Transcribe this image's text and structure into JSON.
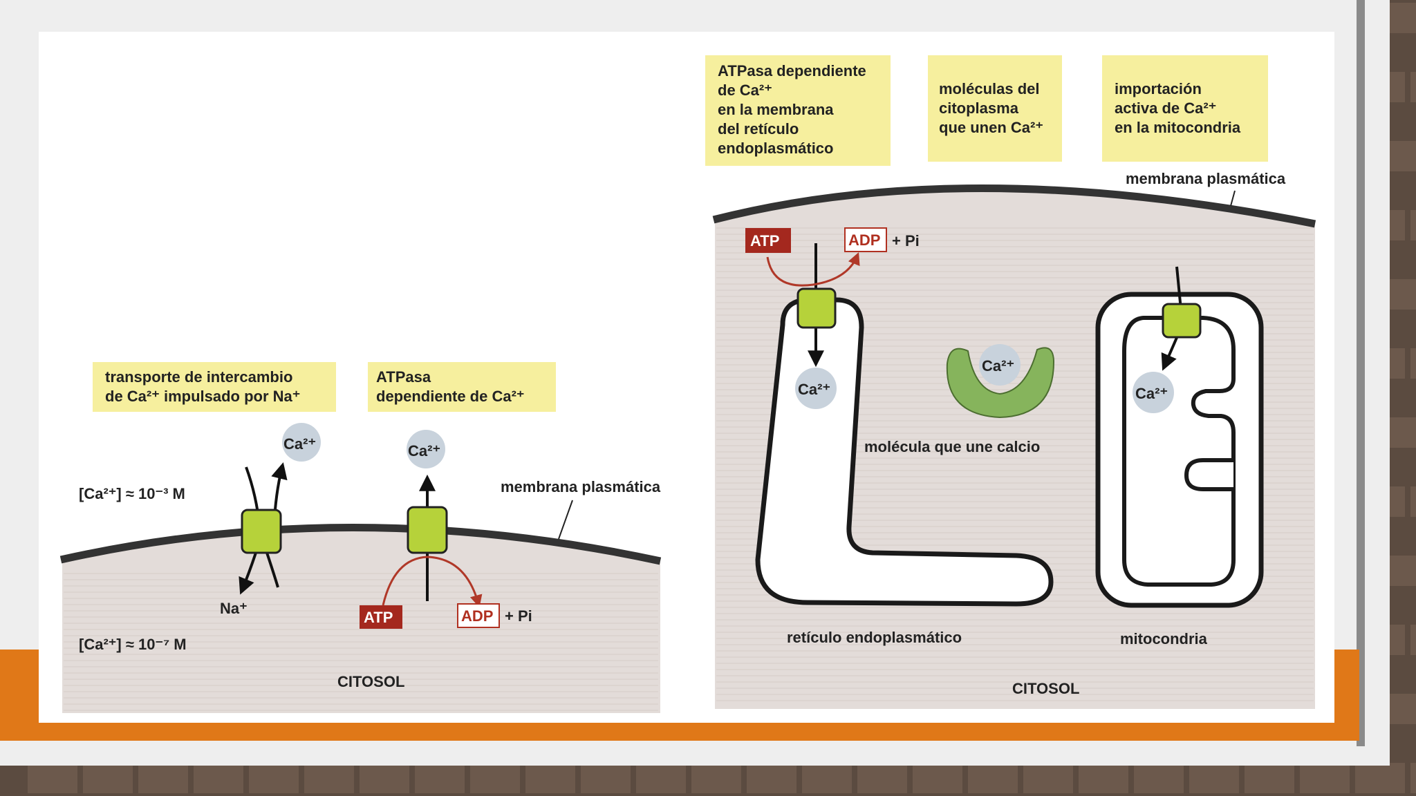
{
  "colors": {
    "label_box": "#f6ef9e",
    "pump": "#b6d23a",
    "pump_stroke": "#222222",
    "ion_circle": "#c8d2dc",
    "cytosol": "#e3dcd9",
    "atp_fill": "#a4281e",
    "adp_stroke": "#b03020",
    "arrow_red": "#b03828",
    "calcium_binder": "#86b45c",
    "orange_band": "#e07818"
  },
  "left": {
    "box1": [
      "transporte de intercambio",
      "de Ca²⁺ impulsado por Na⁺"
    ],
    "box2": [
      "ATPasa",
      "dependiente de Ca²⁺"
    ],
    "conc_out": "[Ca²⁺] ≈ 10⁻³ M",
    "conc_in": "[Ca²⁺] ≈ 10⁻⁷ M",
    "ca_label": "Ca²⁺",
    "na_label": "Na⁺",
    "membrane_label": "membrana plasmática",
    "atp": "ATP",
    "adp": "ADP",
    "pi": "+ Pi",
    "cytosol": "CITOSOL"
  },
  "right": {
    "box1": [
      "ATPasa dependiente",
      "de Ca²⁺",
      "en la membrana",
      "del retículo",
      "endoplasmático"
    ],
    "box2": [
      "moléculas del",
      "citoplasma",
      "que unen Ca²⁺"
    ],
    "box3": [
      "importación",
      "activa de Ca²⁺",
      "en la mitocondria"
    ],
    "membrane_label": "membrana plasmática",
    "atp": "ATP",
    "adp": "ADP",
    "pi": "+ Pi",
    "ca_label": "Ca²⁺",
    "binder_label": "molécula que une calcio",
    "er_label": "retículo endoplasmático",
    "mito_label": "mitocondria",
    "cytosol": "CITOSOL"
  }
}
